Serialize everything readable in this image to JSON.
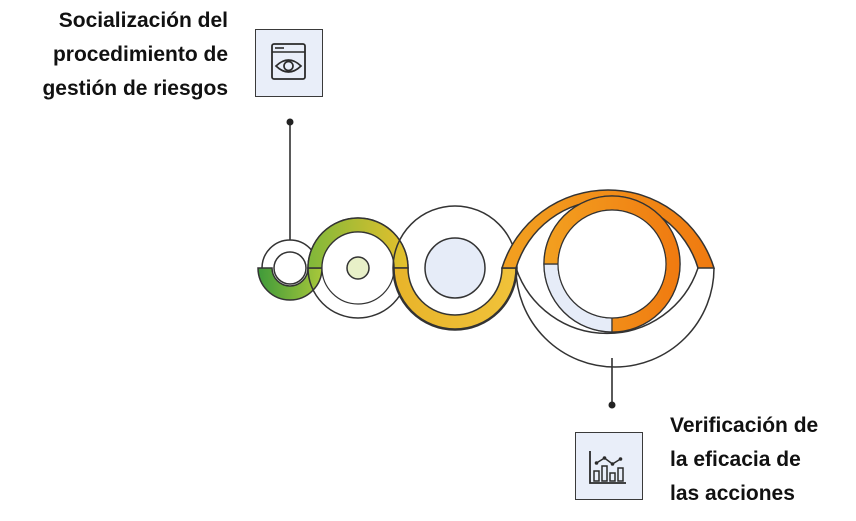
{
  "steps": [
    {
      "lines": [
        "Socialización del",
        "procedimiento de",
        "gestión de riesgos"
      ],
      "icon": "browser-eye-icon"
    },
    {
      "lines": [
        "Verificación de",
        "la eficacia de",
        "las acciones"
      ],
      "icon": "bar-chart-trend-icon"
    }
  ],
  "colors": {
    "green": "#5aa832",
    "yellow": "#e6b62a",
    "orange": "#f08a14",
    "light_blue_fill": "#e9eef9",
    "outline": "#333333"
  }
}
